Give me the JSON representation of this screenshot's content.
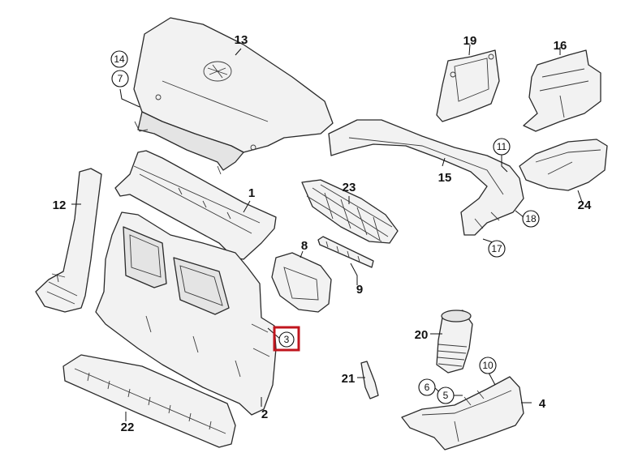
{
  "highlight_color": "#c0151d",
  "highlighted_callout": "3",
  "callouts": {
    "p1": "1",
    "p2": "2",
    "p3": "3",
    "p4": "4",
    "p5": "5",
    "p6": "6",
    "p7": "7",
    "p8": "8",
    "p9": "9",
    "p10": "10",
    "p11": "11",
    "p12": "12",
    "p13": "13",
    "p14": "14",
    "p15": "15",
    "p16": "16",
    "p17": "17",
    "p18": "18",
    "p19": "19",
    "p20": "20",
    "p21": "21",
    "p22": "22",
    "p23": "23",
    "p24": "24"
  }
}
